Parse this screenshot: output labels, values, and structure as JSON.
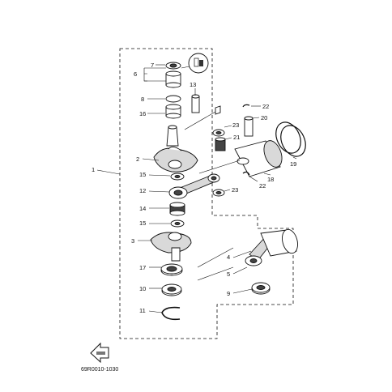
{
  "diagram_code": "69R0010-1030",
  "callouts": {
    "c1": "1",
    "c2": "2",
    "c3": "3",
    "c4": "4",
    "c5": "5",
    "c6": "6",
    "c7": "7",
    "c8": "8",
    "c9": "9",
    "c10": "10",
    "c11": "11",
    "c12": "12",
    "c13": "13",
    "c14": "14",
    "c15a": "15",
    "c15b": "15",
    "c16": "16",
    "c17": "17",
    "c18": "18",
    "c19": "19",
    "c20": "20",
    "c21": "21",
    "c22a": "22",
    "c22b": "22",
    "c23a": "23",
    "c23b": "23"
  },
  "icons": {
    "detail_inset": "circled-detail-icon",
    "front_arrow": "front-direction-arrow-icon"
  }
}
